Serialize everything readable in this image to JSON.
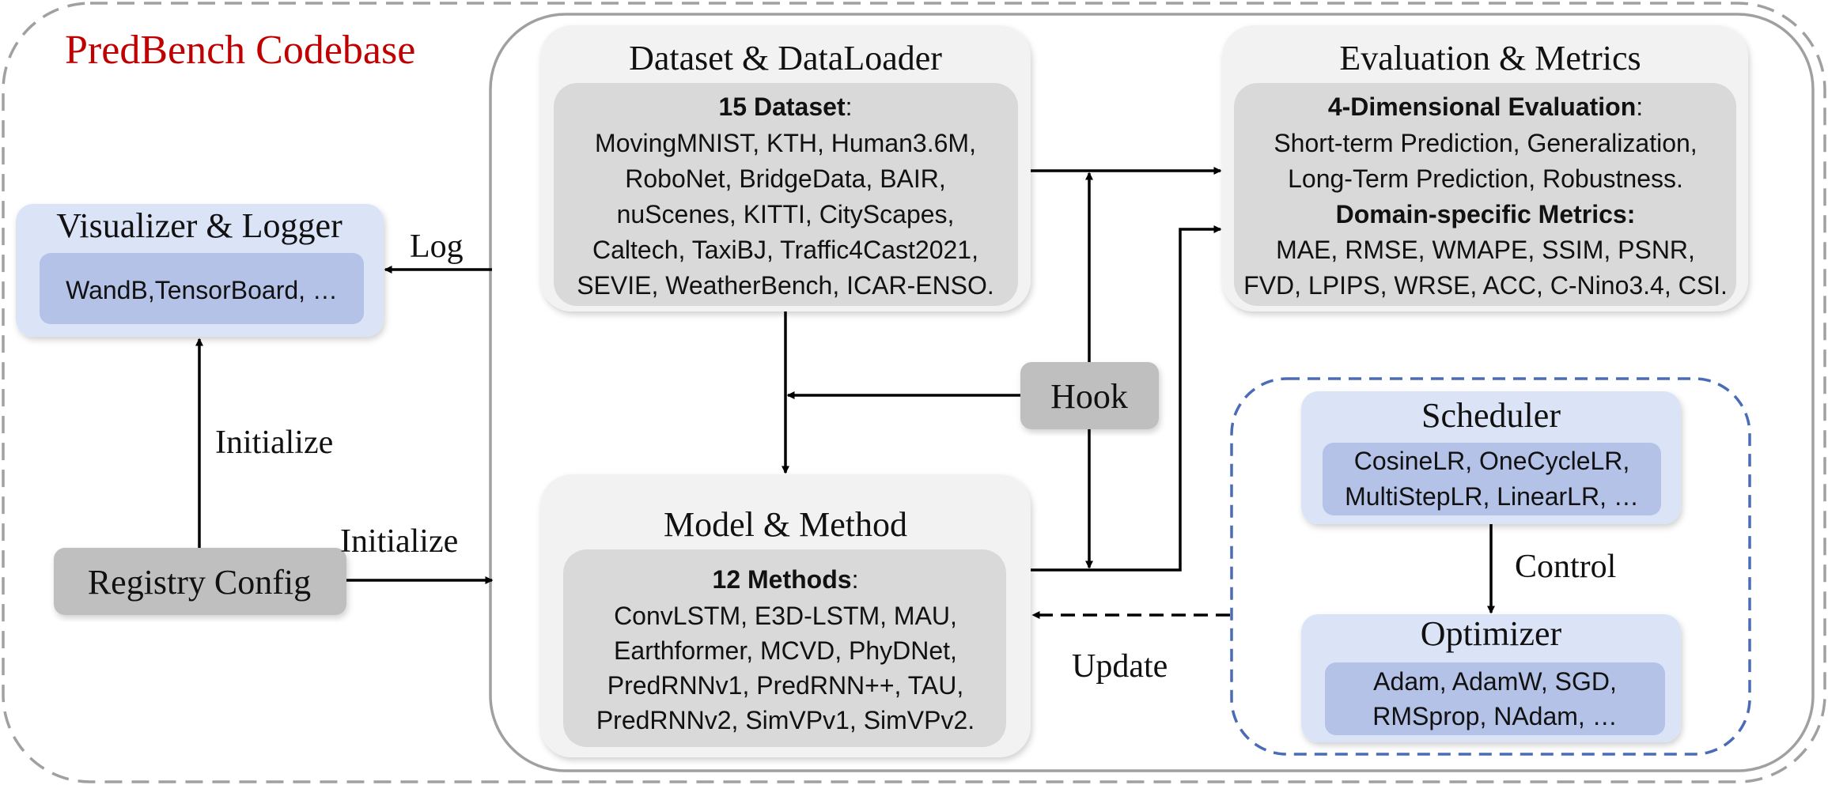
{
  "title": "PredBench Codebase",
  "colors": {
    "title": "#c00000",
    "outer_border": "#a0a0a0",
    "panel_outer": "#f2f2f2",
    "panel_inner": "#d9d9d9",
    "blue_outer": "#dbe3f7",
    "blue_inner": "#b4c2e8",
    "hook": "#bfbfbf",
    "registry": "#bfbfbf",
    "dashed_blue": "#4a6bb5"
  },
  "nodes": {
    "visualizer": {
      "title": "Visualizer & Logger",
      "lines": [
        "WandB,TensorBoard, …"
      ]
    },
    "registry": {
      "title": "Registry Config"
    },
    "dataset": {
      "title": "Dataset & DataLoader",
      "heading_bold": "15 Dataset",
      "heading_suffix": ":",
      "lines": [
        "MovingMNIST, KTH, Human3.6M,",
        "RoboNet, BridgeData, BAIR,",
        "nuScenes, KITTI, CityScapes,",
        "Caltech, TaxiBJ, Traffic4Cast2021,",
        "SEVIE, WeatherBench, ICAR-ENSO."
      ]
    },
    "model": {
      "title": "Model & Method",
      "heading_bold": "12 Methods",
      "heading_suffix": ":",
      "lines": [
        "ConvLSTM, E3D-LSTM, MAU,",
        "Earthformer, MCVD,  PhyDNet,",
        "PredRNNv1, PredRNN++, TAU,",
        "PredRNNv2, SimVPv1, SimVPv2."
      ]
    },
    "evaluation": {
      "title": "Evaluation & Metrics",
      "heading_bold": "4-Dimensional Evaluation",
      "heading_suffix": ":",
      "lines_a": [
        "Short-term Prediction, Generalization,",
        "Long-Term Prediction, Robustness."
      ],
      "heading2_bold": "Domain-specific Metrics:",
      "lines_b": [
        "MAE, RMSE, WMAPE, SSIM, PSNR,",
        "FVD, LPIPS, WRSE, ACC, C-Nino3.4, CSI."
      ]
    },
    "hook": {
      "title": "Hook"
    },
    "scheduler": {
      "title": "Scheduler",
      "lines": [
        "CosineLR, OneCycleLR,",
        "MultiStepLR, LinearLR, …"
      ]
    },
    "optimizer": {
      "title": "Optimizer",
      "lines": [
        "Adam, AdamW, SGD,",
        "RMSprop, NAdam, …"
      ]
    }
  },
  "edge_labels": {
    "log": "Log",
    "initialize_up": "Initialize",
    "initialize_right": "Initialize",
    "control": "Control",
    "update": "Update"
  }
}
